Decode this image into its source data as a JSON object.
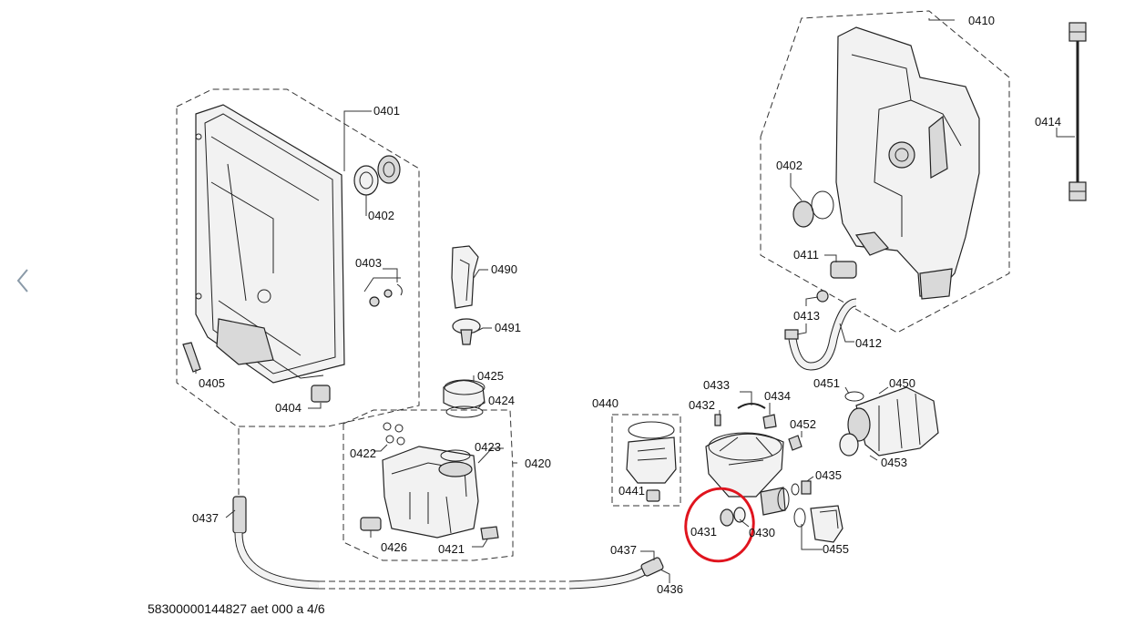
{
  "diagram": {
    "labels": {
      "p0401": "0401",
      "p0402a": "0402",
      "p0403": "0403",
      "p0404": "0404",
      "p0405": "0405",
      "p0410": "0410",
      "p0402b": "0402",
      "p0411": "0411",
      "p0412": "0412",
      "p0413": "0413",
      "p0414": "0414",
      "p0490": "0490",
      "p0491": "0491",
      "p0425": "0425",
      "p0424": "0424",
      "p0420": "0420",
      "p0422": "0422",
      "p0423": "0423",
      "p0426": "0426",
      "p0421": "0421",
      "p0437a": "0437",
      "p0437b": "0437",
      "p0436": "0436",
      "p0440": "0440",
      "p0441": "0441",
      "p0432": "0432",
      "p0433": "0433",
      "p0434": "0434",
      "p0452": "0452",
      "p0451": "0451",
      "p0450": "0450",
      "p0453": "0453",
      "p0435": "0435",
      "p0455": "0455",
      "p0431": "0431",
      "p0430": "0430"
    },
    "footer": "58300000144827 aet 000 a 4/6",
    "highlight_color": "#e0141e"
  },
  "nav": {
    "back_icon": "chevron-left-icon"
  }
}
